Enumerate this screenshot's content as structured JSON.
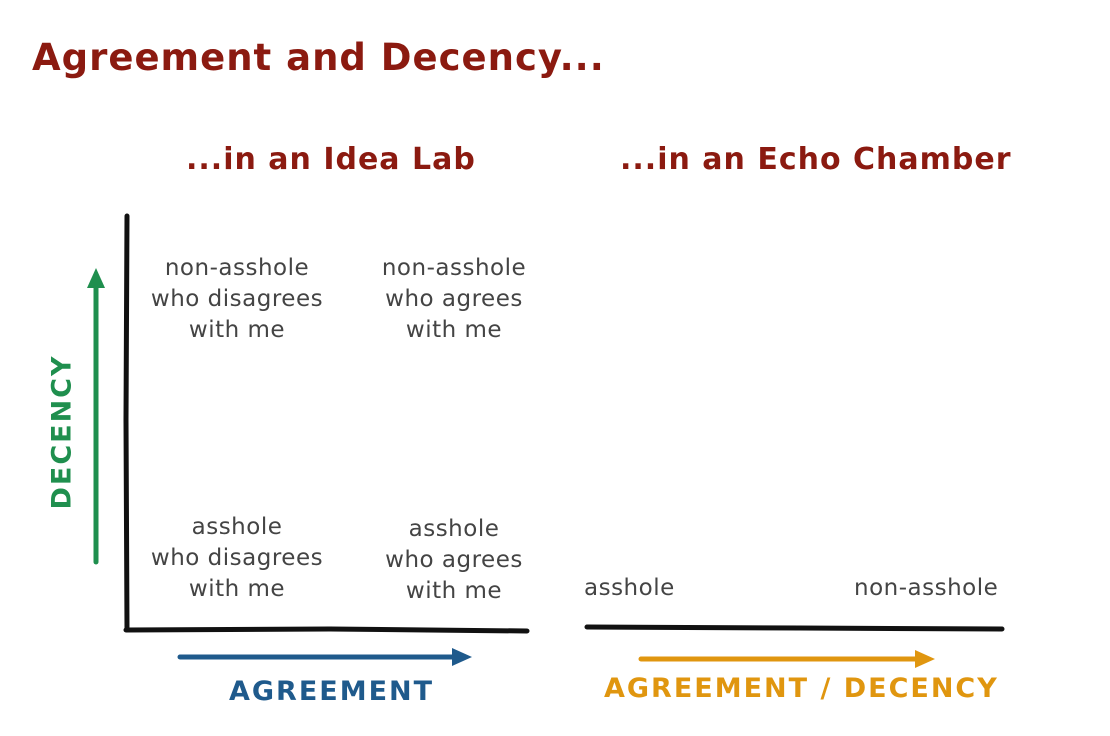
{
  "title": "Agreement and Decency...",
  "panels": {
    "idea_lab": {
      "subtitle": "...in an Idea Lab",
      "y_axis_label": "DECENCY",
      "x_axis_label": "AGREEMENT",
      "quadrants": {
        "top_left": [
          "non-asshole",
          "who disagrees",
          "with me"
        ],
        "top_right": [
          "non-asshole",
          "who agrees",
          "with me"
        ],
        "bottom_left": [
          "asshole",
          "who disagrees",
          "with me"
        ],
        "bottom_right": [
          "asshole",
          "who agrees",
          "with me"
        ]
      }
    },
    "echo_chamber": {
      "subtitle": "...in an Echo Chamber",
      "x_axis_label": "AGREEMENT / DECENCY",
      "left_label": "asshole",
      "right_label": "non-asshole"
    }
  },
  "colors": {
    "title": "#8b1a10",
    "text": "#444444",
    "axis": "#111111",
    "decency": "#1f8f4e",
    "agreement": "#1f5a8c",
    "agreement_decency": "#e0960f"
  }
}
